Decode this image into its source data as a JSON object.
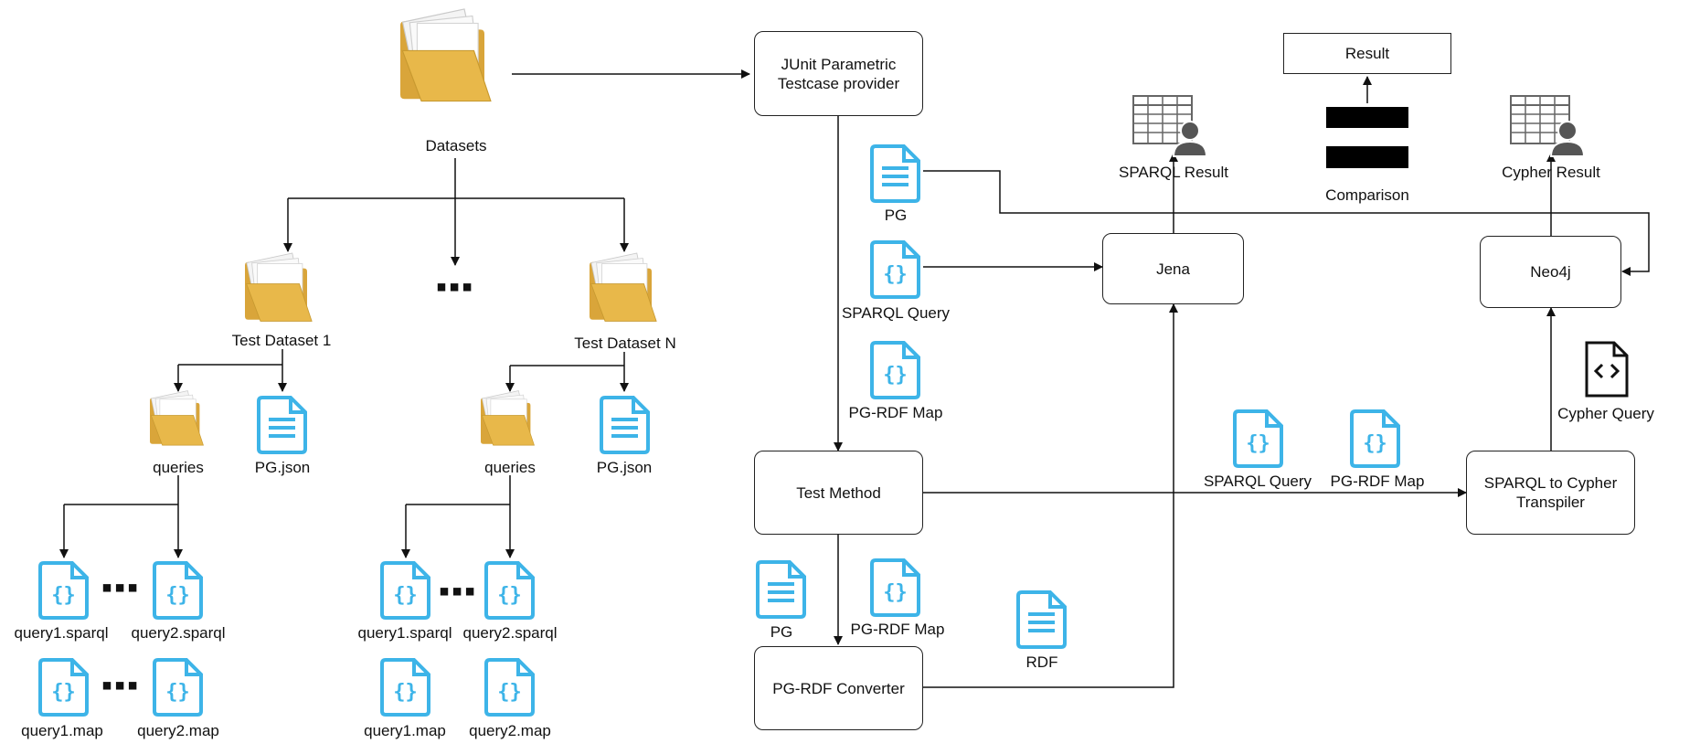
{
  "datasets": {
    "root_label": "Datasets",
    "test_dataset_1": "Test Dataset 1",
    "test_dataset_n": "Test Dataset N",
    "ellipsis": "▪▪▪",
    "queries_label": "queries",
    "pg_json": "PG.json",
    "query1_sparql": "query1.sparql",
    "query2_sparql": "query2.sparql",
    "query1_map": "query1.map",
    "query2_map": "query2.map"
  },
  "pipeline": {
    "junit": "JUnit Parametric\nTestcase provider",
    "test_method": "Test Method",
    "pg_rdf_converter": "PG-RDF Converter",
    "jena": "Jena",
    "neo4j": "Neo4j",
    "transpiler": "SPARQL to Cypher\nTranspiler",
    "result": "Result",
    "comparison": "Comparison",
    "sparql_result": "SPARQL Result",
    "cypher_result": "Cypher Result",
    "cypher_query": "Cypher Query",
    "pg": "PG",
    "sparql_query": "SPARQL Query",
    "pg_rdf_map": "PG-RDF Map",
    "rdf": "RDF"
  },
  "colors": {
    "file_icon": "#3db4e8",
    "folder": "#e8b84a",
    "line": "#111111"
  }
}
